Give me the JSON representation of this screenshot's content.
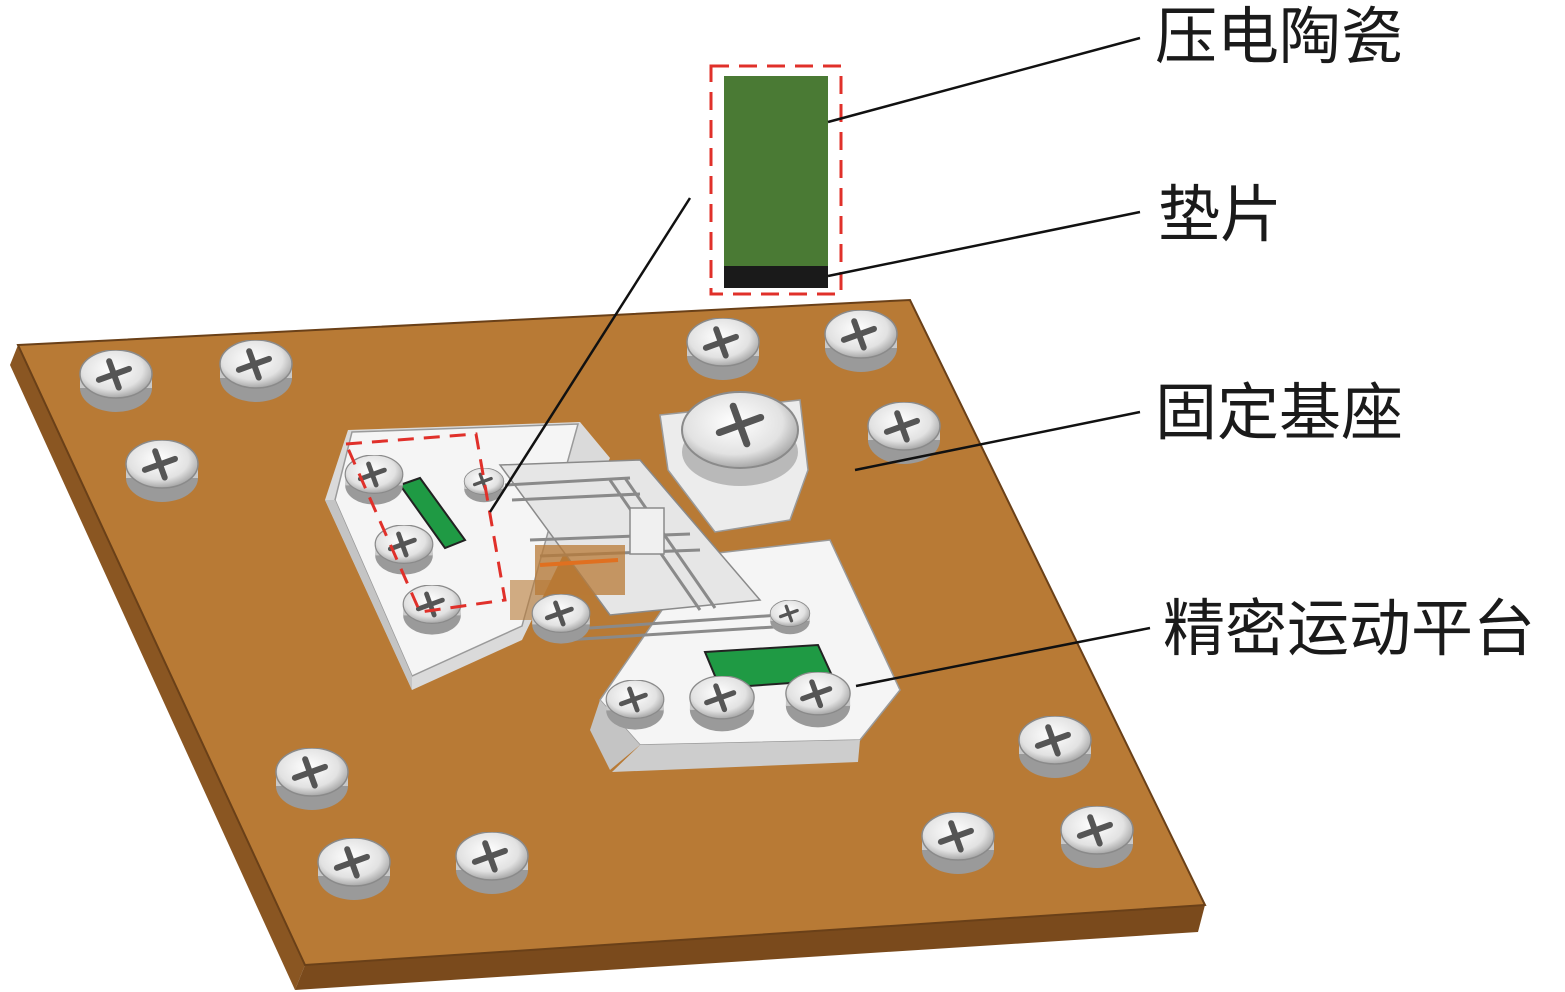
{
  "labels": {
    "piezo": "压电陶瓷",
    "shim": "垫片",
    "fixed_base": "固定基座",
    "stage": "精密运动平台"
  },
  "colors": {
    "base_top": "#b87a35",
    "base_side": "#8a5622",
    "stage_body": "#f4f4f4",
    "piezo_green": "#4a7a34",
    "piezo_bright_green": "#1f9a44",
    "shim_black": "#1a1a1a",
    "highlight_dash": "#e0302a",
    "leader_line": "#111111"
  }
}
